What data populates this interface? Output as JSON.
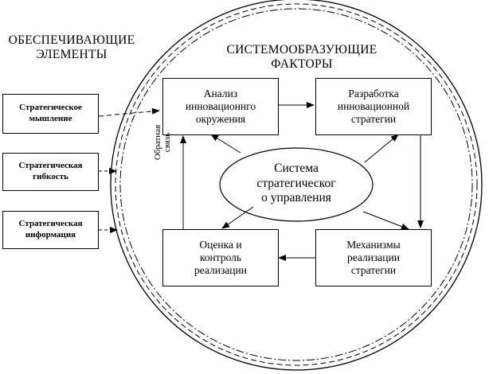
{
  "left_heading": "ОБЕСПЕЧИВАЮЩИЕ\nЭЛЕМЕНТЫ",
  "right_heading": "СИСТЕМООБРАЗУЮЩИЕ\nФАКТОРЫ",
  "left_boxes": [
    "Стратегическое\nмышление",
    "Стратегическая\nгибкость",
    "Стратегическая\nинформация"
  ],
  "center": "Система\nстратегическог\nо управления",
  "boxes": {
    "analysis": "Анализ\nинновационнго\nокружения",
    "development": "Разработка\nинновационной\nстратегии",
    "mechanisms": "Механизмы\nреализации\nстратегии",
    "control": "Оценка и\nконтроль\nреализации"
  },
  "feedback": "Обратная\nсвязь"
}
